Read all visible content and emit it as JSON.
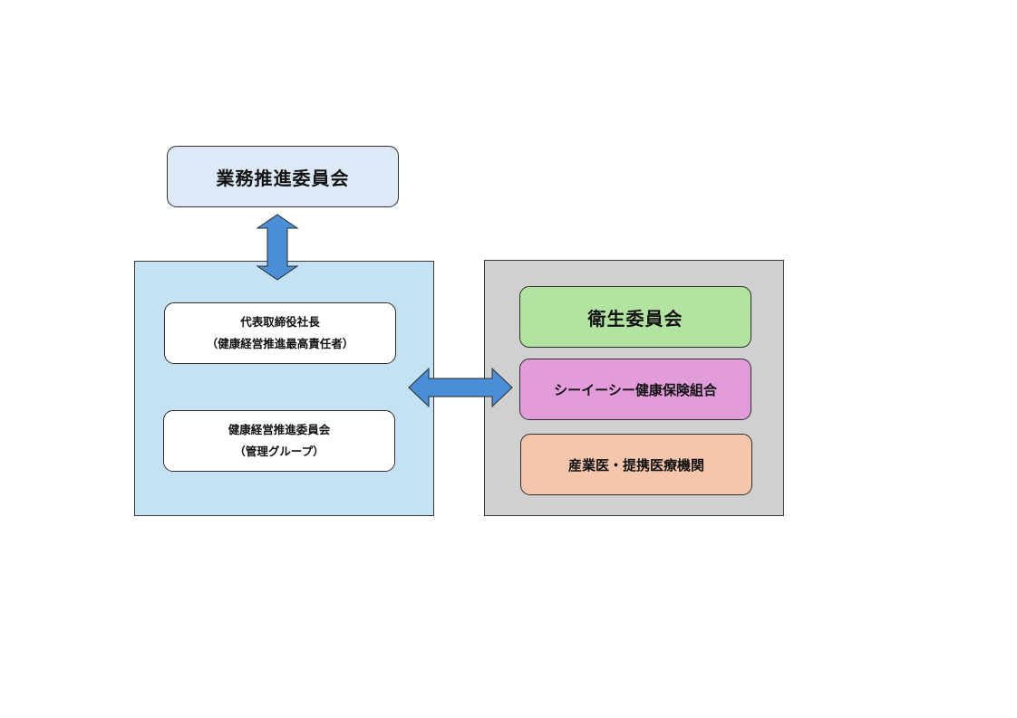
{
  "diagram": {
    "top_box": {
      "label": "業務推進委員会",
      "color": "#dde9f6"
    },
    "left_panel": {
      "color": "#c5e2f5",
      "boxes": [
        {
          "line1": "代表取締役社長",
          "line2": "（健康経営推進最高責任者）"
        },
        {
          "line1": "健康経営推進委員会",
          "line2": "（管理グループ）"
        }
      ]
    },
    "right_panel": {
      "color": "#d0d0d0",
      "boxes": [
        {
          "label": "衛生委員会",
          "color": "#b3e3a1"
        },
        {
          "label": "シーイーシー健康保険組合",
          "color": "#e39cdb"
        },
        {
          "label": "産業医・提携医療機関",
          "color": "#f6c6ac"
        }
      ]
    },
    "connectors": [
      {
        "from": "業務推進委員会",
        "to": "left_panel",
        "type": "double-arrow-vertical"
      },
      {
        "from": "left_panel",
        "to": "right_panel",
        "type": "double-arrow-horizontal"
      }
    ],
    "arrow_color": "#4a8fd6"
  }
}
